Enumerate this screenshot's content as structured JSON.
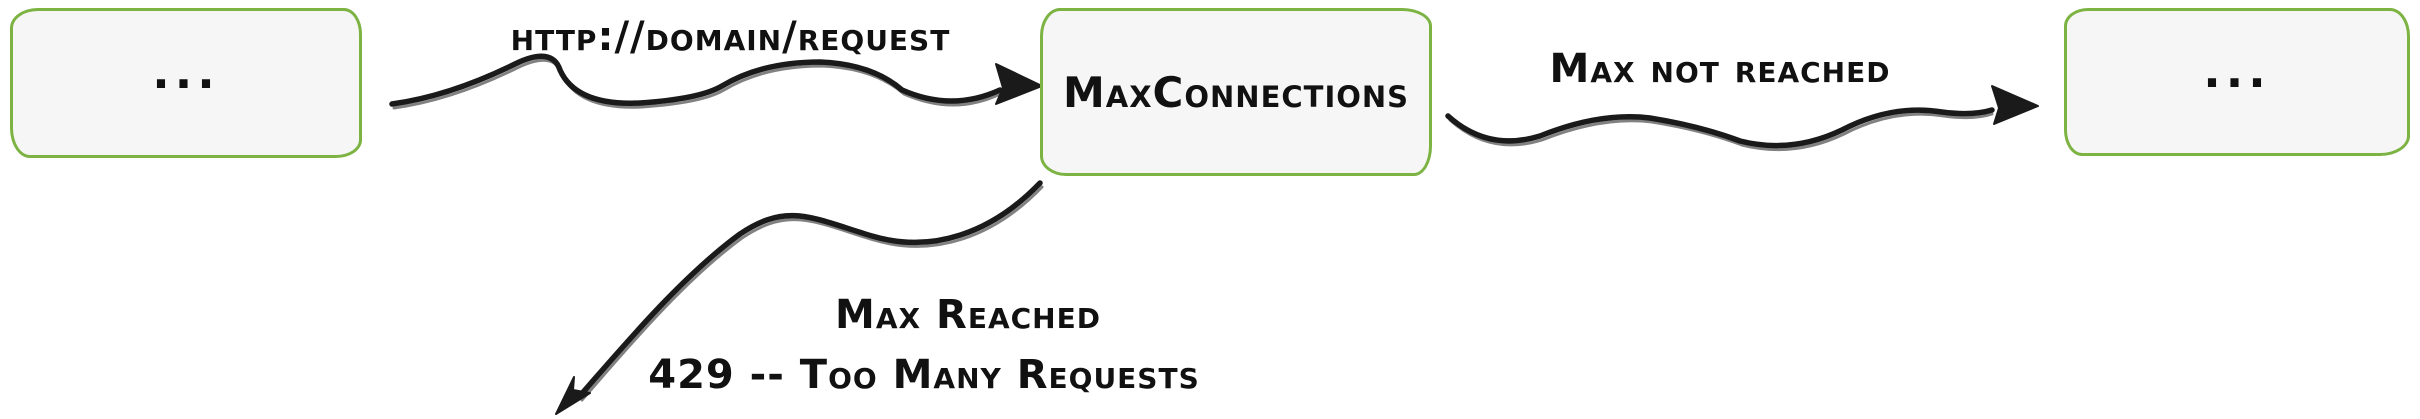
{
  "nodes": {
    "left": {
      "label": "..."
    },
    "center": {
      "label": "MaxConnections"
    },
    "right": {
      "label": "..."
    }
  },
  "edges": {
    "request": {
      "label": "http://domain/request"
    },
    "max_not_reached": {
      "label": "Max not reached"
    },
    "max_reached": {
      "line1": "Max Reached",
      "line2": "429 -- Too Many Requests"
    }
  },
  "colors": {
    "box_border": "#7cb342",
    "box_fill": "#f6f6f6",
    "stroke": "#1a1a1a",
    "bg": "#ffffff"
  }
}
